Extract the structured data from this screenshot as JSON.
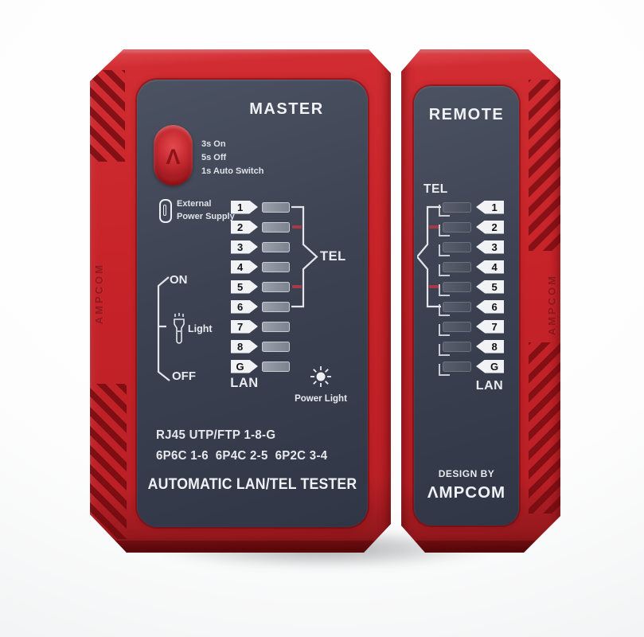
{
  "product": {
    "master": {
      "title": "MASTER",
      "button": {
        "logo_glyph": "Λ",
        "timing": [
          "3s On",
          "5s Off",
          "1s Auto Switch"
        ]
      },
      "external_power": {
        "line1": "External",
        "line2": "Power Supply"
      },
      "rows": [
        "1",
        "2",
        "3",
        "4",
        "5",
        "6",
        "7",
        "8",
        "G"
      ],
      "tel_label": "TEL",
      "lan_label": "LAN",
      "switch": {
        "on": "ON",
        "off": "OFF",
        "light": "Light"
      },
      "power_light_label": "Power Light",
      "spec_line1": "RJ45 UTP/FTP 1-8-G",
      "spec_line2": "6P6C 1-6  6P4C 2-5  6P2C 3-4",
      "footer": "AUTOMATIC LAN/TEL TESTER"
    },
    "remote": {
      "title": "REMOTE",
      "tel_label": "TEL",
      "rows": [
        "1",
        "2",
        "3",
        "4",
        "5",
        "6",
        "7",
        "8",
        "G"
      ],
      "lan_label": "LAN",
      "design_by": "DESIGN BY",
      "brand": "ΛMPCOM"
    },
    "side_brand": "AMPCOM"
  },
  "colors": {
    "body_red": "#c62329",
    "body_red_dark": "#88151a",
    "panel_dark": "#3a4050",
    "label_white": "#e9ebef",
    "badge_white": "#f1f2f4",
    "pair_mark_red": "#a63945",
    "led_gray": "#8d939f"
  }
}
